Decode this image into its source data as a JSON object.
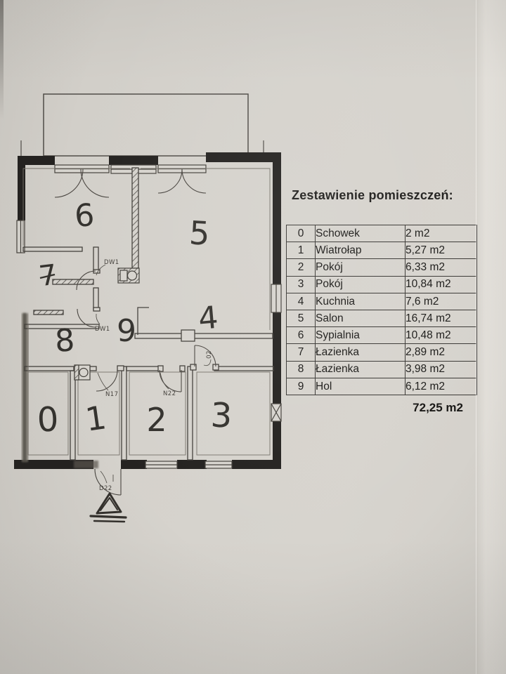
{
  "plan": {
    "rooms": [
      {
        "number": "0"
      },
      {
        "number": "1"
      },
      {
        "number": "2"
      },
      {
        "number": "3"
      },
      {
        "number": "4"
      },
      {
        "number": "5"
      },
      {
        "number": "6"
      },
      {
        "number": "7"
      },
      {
        "number": "8"
      },
      {
        "number": "9"
      }
    ],
    "door_labels": {
      "dw1_top": "DW1",
      "dw1_bottom": "DW1",
      "n17": "N17",
      "n22": "N22",
      "o2": "02",
      "d22": "D22"
    }
  },
  "legend": {
    "title": "Zestawienie pomieszczeń:",
    "rows": [
      {
        "num": "0",
        "name": "Schowek",
        "area": "2 m2"
      },
      {
        "num": "1",
        "name": "Wiatrołap",
        "area": "5,27 m2"
      },
      {
        "num": "2",
        "name": "Pokój",
        "area": "6,33 m2"
      },
      {
        "num": "3",
        "name": "Pokój",
        "area": "10,84 m2"
      },
      {
        "num": "4",
        "name": "Kuchnia",
        "area": "7,6 m2"
      },
      {
        "num": "5",
        "name": "Salon",
        "area": "16,74 m2"
      },
      {
        "num": "6",
        "name": "Sypialnia",
        "area": "10,48 m2"
      },
      {
        "num": "7",
        "name": "Łazienka",
        "area": "2,89 m2"
      },
      {
        "num": "8",
        "name": "Łazienka",
        "area": "3,98 m2"
      },
      {
        "num": "9",
        "name": "Hol",
        "area": "6,12 m2"
      }
    ],
    "total": "72,25 m2"
  }
}
